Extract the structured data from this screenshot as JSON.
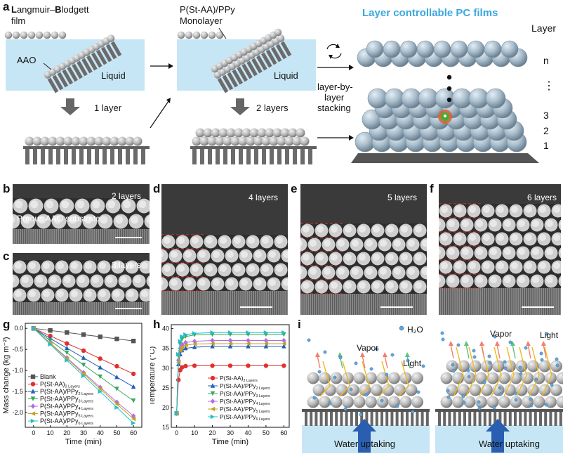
{
  "panel_labels": {
    "a": "a",
    "b": "b",
    "c": "c",
    "d": "d",
    "e": "e",
    "f": "f",
    "g": "g",
    "h": "h",
    "i": "i"
  },
  "panel_a": {
    "lb_title_parts": [
      "L",
      "angmuir–",
      "B",
      "lodgett"
    ],
    "lb_title_line2": "film",
    "aao": "AAO",
    "liquid1": "Liquid",
    "liquid2": "Liquid",
    "monolayer_line1": "P(St-AA)/PPy",
    "monolayer_line2": "Monolayer",
    "one_layer": "1 layer",
    "two_layers": "2 layers",
    "stacking": [
      "layer-by-",
      "layer",
      "stacking"
    ],
    "pc_title": "Layer controllable PC films",
    "layer_header": "Layer",
    "layer_numbers": [
      "n",
      "⋮",
      "3",
      "2",
      "1"
    ]
  },
  "sem": {
    "b": "2 layers",
    "b_sub": "Porous AAO substrate",
    "c": "3 layers",
    "d": "4 layers",
    "e": "5 layers",
    "f": "6 layers"
  },
  "panel_i": {
    "h2o": "H₂O",
    "vapor1": "Vapor",
    "light1": "Light",
    "water1": "Water uptaking",
    "vapor2": "Vapor",
    "light2": "Light",
    "water2": "Water uptaking"
  },
  "chart_data": [
    {
      "type": "line",
      "panel": "g",
      "xlabel": "Time (min)",
      "ylabel": "Mass change (kg m⁻²)",
      "x": [
        0,
        10,
        20,
        30,
        40,
        50,
        60
      ],
      "xticks": [
        "0",
        "10",
        "20",
        "30",
        "40",
        "50",
        "60"
      ],
      "yticks": [
        "0.0",
        "-0.5",
        "-1.0",
        "-1.5",
        "-2.0"
      ],
      "xlim": [
        -5,
        65
      ],
      "ylim": [
        -2.35,
        0.12
      ],
      "legend_placement": "bottom-left",
      "series": [
        {
          "name": "Blank",
          "sub": "",
          "color": "#555555",
          "marker": "square",
          "values": [
            0,
            -0.05,
            -0.1,
            -0.15,
            -0.2,
            -0.25,
            -0.3
          ]
        },
        {
          "name": "P(St-AA)",
          "sub": "2 Layers",
          "color": "#e03030",
          "marker": "circle",
          "values": [
            0,
            -0.18,
            -0.36,
            -0.53,
            -0.72,
            -0.9,
            -1.08
          ]
        },
        {
          "name": "P(St-AA)/PPy",
          "sub": "2 Layers",
          "color": "#1f5fbf",
          "marker": "triangle-up",
          "values": [
            0,
            -0.24,
            -0.47,
            -0.7,
            -0.93,
            -1.16,
            -1.39
          ]
        },
        {
          "name": "P(St-AA)/PPy",
          "sub": "3 Layers",
          "color": "#3aa860",
          "marker": "triangle-down",
          "values": [
            0,
            -0.29,
            -0.58,
            -0.87,
            -1.15,
            -1.44,
            -1.72
          ]
        },
        {
          "name": "P(St-AA)/PPy",
          "sub": "4 Layers",
          "color": "#b070e0",
          "marker": "diamond",
          "values": [
            0,
            -0.35,
            -0.7,
            -1.05,
            -1.4,
            -1.75,
            -2.08
          ]
        },
        {
          "name": "P(St-AA)/PPy",
          "sub": "5 Layers",
          "color": "#c8a020",
          "marker": "triangle-left",
          "values": [
            0,
            -0.36,
            -0.72,
            -1.08,
            -1.44,
            -1.8,
            -2.15
          ]
        },
        {
          "name": "P(St-AA)/PPy",
          "sub": "6 Layers",
          "color": "#20c0c8",
          "marker": "triangle-right",
          "values": [
            0,
            -0.38,
            -0.76,
            -1.13,
            -1.5,
            -1.88,
            -2.25
          ]
        }
      ]
    },
    {
      "type": "line",
      "panel": "h",
      "xlabel": "Time (min)",
      "ylabel": "Temperature (°C)",
      "x": [
        0,
        1,
        2,
        3,
        5,
        10,
        20,
        30,
        40,
        50,
        60
      ],
      "xticks": [
        "0",
        "10",
        "20",
        "30",
        "40",
        "50",
        "60"
      ],
      "yticks": [
        "15",
        "20",
        "25",
        "30",
        "35",
        "40"
      ],
      "xlim": [
        -3,
        63
      ],
      "ylim": [
        15,
        41
      ],
      "legend_placement": "bottom-right",
      "series": [
        {
          "name": "P(St-AA)",
          "sub": "2 Layers",
          "color": "#e03030",
          "marker": "circle",
          "values": [
            18.5,
            27,
            29.5,
            30.2,
            30.5,
            30.6,
            30.6,
            30.6,
            30.6,
            30.6,
            30.6
          ]
        },
        {
          "name": "P(St-AA)/PPy",
          "sub": "2 Layers",
          "color": "#1f5fbf",
          "marker": "triangle-up",
          "values": [
            18.5,
            31,
            33.5,
            34.5,
            35,
            35.3,
            35.5,
            35.5,
            35.5,
            35.5,
            35.5
          ]
        },
        {
          "name": "P(St-AA)/PPy",
          "sub": "3 Layers",
          "color": "#3aa860",
          "marker": "triangle-down",
          "values": [
            18.5,
            33,
            36,
            37.3,
            38,
            38.4,
            38.5,
            38.5,
            38.5,
            38.5,
            38.5
          ]
        },
        {
          "name": "P(St-AA)/PPy",
          "sub": "4 Layers",
          "color": "#b070e0",
          "marker": "diamond",
          "values": [
            18.5,
            32,
            35,
            36,
            36.5,
            36.8,
            37,
            37,
            37,
            37,
            37
          ]
        },
        {
          "name": "P(St-AA)/PPy",
          "sub": "5 Layers",
          "color": "#c8a020",
          "marker": "triangle-left",
          "values": [
            18.5,
            31.5,
            34.5,
            35.3,
            35.8,
            36.1,
            36.2,
            36.2,
            36.2,
            36.2,
            36.2
          ]
        },
        {
          "name": "P(St-AA)/PPy",
          "sub": "6 Layers",
          "color": "#20c0c8",
          "marker": "triangle-right",
          "values": [
            18.5,
            33.5,
            36.8,
            38,
            38.5,
            38.8,
            39,
            39,
            39,
            39,
            39
          ]
        }
      ]
    }
  ],
  "colors": {
    "liquid": "#c7e6f5",
    "accent": "#3aa8e0",
    "substrate": "#6d6d6d",
    "sphere": "#bdbdbd"
  }
}
